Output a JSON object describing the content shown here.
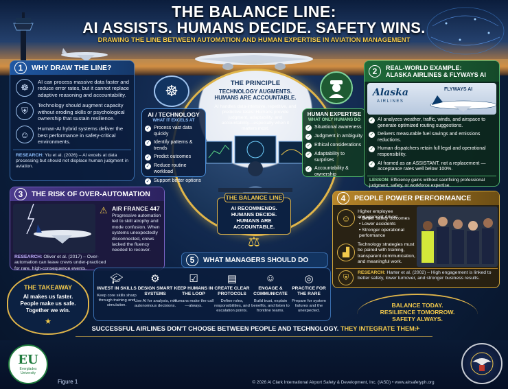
{
  "header": {
    "title_line1": "THE BALANCE LINE:",
    "title_line2": "AI ASSISTS. HUMANS DECIDE. SAFETY WINS.",
    "subtitle": "DRAWING THE LINE BETWEEN AUTOMATION AND HUMAN EXPERTISE IN AVIATION MANAGEMENT"
  },
  "why": {
    "number": "1",
    "title": "WHY DRAW THE LINE?",
    "items": [
      {
        "icon": "ai-brain-icon",
        "text": "AI can process massive data faster and reduce error rates, but it cannot replace adaptive reasoning and accountability."
      },
      {
        "icon": "shield-icon",
        "text": "Technology should augment capacity without eroding skills or psychological ownership that sustain resilience."
      },
      {
        "icon": "team-icon",
        "text": "Human-AI hybrid systems deliver the best performance in safety-critical environments."
      }
    ],
    "research_label": "RESEARCH:",
    "research_text": "Yiu et al. (2026) – AI excels at data processing but should not displace human judgment in aviation."
  },
  "principle": {
    "title": "THE PRINCIPLE",
    "line1": "TECHNOLOGY AUGMENTS.",
    "line2": "HUMANS ARE ACCOUNTABLE.",
    "body": "AI handles data-intensive, repetitive, and predictive tasks. Humans provide judgment, adaptability, and accountability—especially when it matters most."
  },
  "ai_tech": {
    "title": "AI / TECHNOLOGY",
    "subtitle": "WHAT IT EXCELS AT",
    "items": [
      "Process vast data quickly",
      "Identify patterns & trends",
      "Predict outcomes",
      "Reduce routine workload",
      "Support better options"
    ]
  },
  "human": {
    "title": "HUMAN EXPERTISE",
    "subtitle": "WHAT ONLY HUMANS DO",
    "items": [
      "Situational awareness",
      "Judgment in ambiguity",
      "Ethical considerations",
      "Adaptability to surprises",
      "Accountability & ownership"
    ]
  },
  "balance": {
    "title": "THE BALANCE LINE",
    "line1": "AI RECOMMENDS.",
    "line2": "HUMANS DECIDE.",
    "line3": "HUMANS ARE ACCOUNTABLE."
  },
  "example": {
    "number": "2",
    "title_line1": "REAL-WORLD EXAMPLE:",
    "title_line2": "ALASKA AIRLINES & FLYWAYS AI",
    "logo_alaska": "Alaska",
    "logo_airlines": "AIRLINES",
    "logo_flyways": "FLYWAYS AI",
    "items": [
      "AI analyzes weather, traffic, winds, and airspace to generate optimized routing suggestions.",
      "Delivers measurable fuel savings and emissions reductions.",
      "Human dispatchers retain full legal and operational responsibility.",
      "AI framed as an ASSISTANT, not a replacement — acceptance rates well below 100%."
    ],
    "lesson_label": "LESSON:",
    "lesson_text": "Efficiency gains without sacrificing professional judgment, safety, or workforce expertise."
  },
  "risk": {
    "number": "3",
    "title": "THE RISK OF OVER-AUTOMATION",
    "case_title": "AIR FRANCE 447",
    "case_text": "Progressive automation led to skill atrophy and mode confusion. When systems unexpectedly disconnected, crews lacked the fluency needed to recover.",
    "research_label": "RESEARCH:",
    "research_text": "Oliver et al. (2017) – Over-automation can leave crews under-practiced for rare, high-consequence events."
  },
  "people": {
    "number": "4",
    "title": "PEOPLE POWER PERFORMANCE",
    "intro": "Higher employee engagement drives:",
    "items": [
      "Better safety outcomes",
      "Lower accidents",
      "Stronger operational performance"
    ],
    "note": "Technology strategies must be paired with training, transparent communication, and meaningful work.",
    "research_label": "RESEARCH:",
    "research_text": "Harter et al. (2002) – High engagement is linked to better safety, lower turnover, and stronger business results."
  },
  "managers": {
    "number": "5",
    "title": "WHAT MANAGERS SHOULD DO",
    "items": [
      {
        "icon": "graduation-cap-icon",
        "title": "INVEST IN SKILLS",
        "text": "Keep core skills sharp through training and simulation."
      },
      {
        "icon": "gear-icon",
        "title": "DESIGN SMART SYSTEMS",
        "text": "Use AI for analysis, not autonomous decisions."
      },
      {
        "icon": "person-check-icon",
        "title": "KEEP HUMANS IN THE LOOP",
        "text": "Humans make the call—always."
      },
      {
        "icon": "clipboard-icon",
        "title": "CREATE CLEAR PROTOCOLS",
        "text": "Define roles, responsibilities, and escalation points."
      },
      {
        "icon": "group-icon",
        "title": "ENGAGE & COMMUNICATE",
        "text": "Build trust, explain benefits, and listen to frontline teams."
      },
      {
        "icon": "target-icon",
        "title": "PRACTICE FOR THE RARE",
        "text": "Prepare for system failures and the unexpected."
      }
    ]
  },
  "takeaway": {
    "title": "THE TAKEAWAY",
    "text": "AI makes us faster. People make us safe. Together we win."
  },
  "slogan": {
    "line1": "BALANCE TODAY.",
    "line2": "RESILIENCE TOMORROW.",
    "line3": "SAFETY ALWAYS."
  },
  "banner": {
    "white": "SUCCESSFUL AIRLINES DON'T CHOOSE BETWEEN PEOPLE AND TECHNOLOGY.",
    "gold": "THEY INTEGRATE THEM."
  },
  "footer": {
    "figure": "Figure 1",
    "copyright": "© 2026 Al Clark International Airport Safety & Development, Inc. (IASD) • www.airsafetyph.org",
    "seal_left_letters": "EU",
    "seal_left_text": "Everglades University"
  },
  "colors": {
    "navy": "#0d2244",
    "gold": "#f2c94c",
    "green": "#1e5a32",
    "blue_panel": "#1d4f8f",
    "purple_panel": "#3a2f6b"
  }
}
